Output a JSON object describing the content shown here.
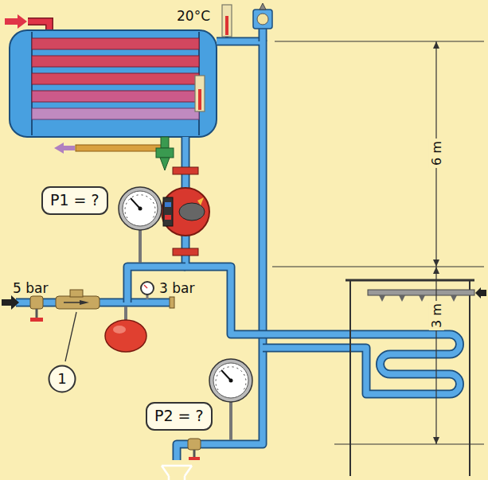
{
  "diagram": {
    "nodes": [
      {
        "text": [
          "P1 = ?"
        ]
      },
      {
        "text": [
          "1"
        ]
      },
      {
        "text": [
          "P2 = ?"
        ]
      }
    ],
    "labels": [
      "20°C",
      "5 bar",
      "3 bar",
      "6 m",
      "3 m"
    ]
  }
}
